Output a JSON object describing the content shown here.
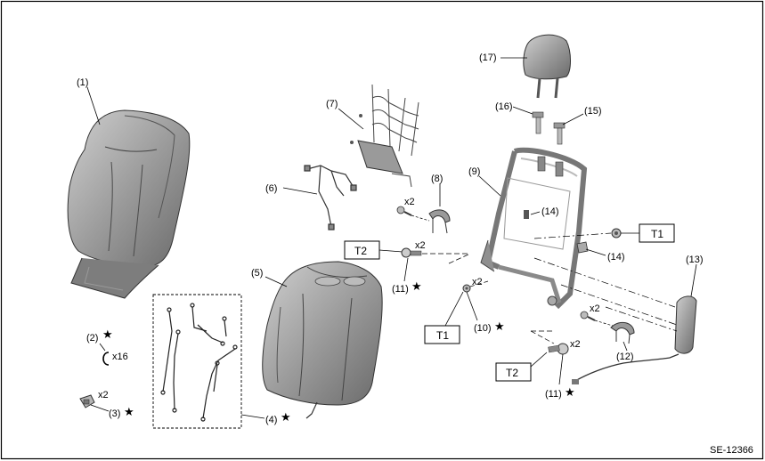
{
  "callouts": {
    "c1": "(1)",
    "c2": "(2)",
    "c3": "(3)",
    "c4": "(4)",
    "c5": "(5)",
    "c6": "(6)",
    "c7": "(7)",
    "c8": "(8)",
    "c9": "(9)",
    "c10": "(10)",
    "c11a": "(11)",
    "c11b": "(11)",
    "c12": "(12)",
    "c13": "(13)",
    "c14a": "(14)",
    "c14b": "(14)",
    "c15": "(15)",
    "c16": "(16)",
    "c17": "(17)"
  },
  "quantities": {
    "x16": "x16",
    "x2_clip": "x2",
    "x2_screw8": "x2",
    "x2_bolt11a": "x2",
    "x2_nut10": "x2",
    "x2_screw12": "x2",
    "x2_bolt11b": "x2"
  },
  "torque_labels": {
    "t2a": "T2",
    "t1a": "T1",
    "t1b": "T1",
    "t2b": "T2"
  },
  "star_symbol": "★",
  "reference_code": "SE-12366",
  "colors": {
    "part_fill": "#9a9a9a",
    "part_dark": "#6e6e6e",
    "line": "#000000",
    "accent": "#cfcfcf"
  }
}
